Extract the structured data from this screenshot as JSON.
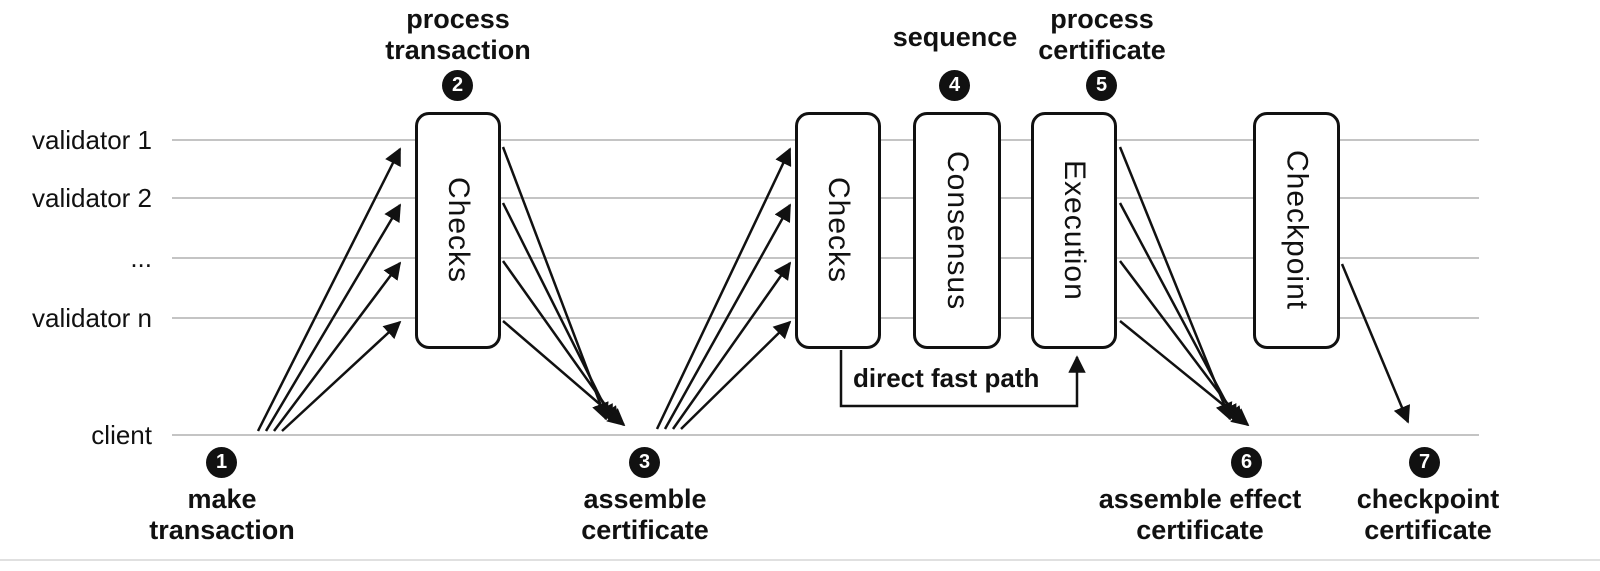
{
  "lanes": [
    {
      "label": "validator 1"
    },
    {
      "label": "validator 2"
    },
    {
      "label": "..."
    },
    {
      "label": "validator n"
    },
    {
      "label": "client"
    }
  ],
  "boxes": [
    {
      "label": "Checks"
    },
    {
      "label": "Checks"
    },
    {
      "label": "Consensus"
    },
    {
      "label": "Execution"
    },
    {
      "label": "Checkpoint"
    }
  ],
  "steps": [
    {
      "num": "1",
      "label": "make transaction"
    },
    {
      "num": "2",
      "label": "process transaction"
    },
    {
      "num": "3",
      "label": "assemble certificate"
    },
    {
      "num": "4",
      "label": "sequence"
    },
    {
      "num": "5",
      "label": "process certificate"
    },
    {
      "num": "6",
      "label": "assemble effect certificate"
    },
    {
      "num": "7",
      "label": "checkpoint certificate"
    }
  ],
  "fast_path": {
    "label": "direct fast path"
  },
  "colors": {
    "ink": "#111111",
    "lane_line": "#c4c4c4",
    "background": "#ffffff"
  }
}
